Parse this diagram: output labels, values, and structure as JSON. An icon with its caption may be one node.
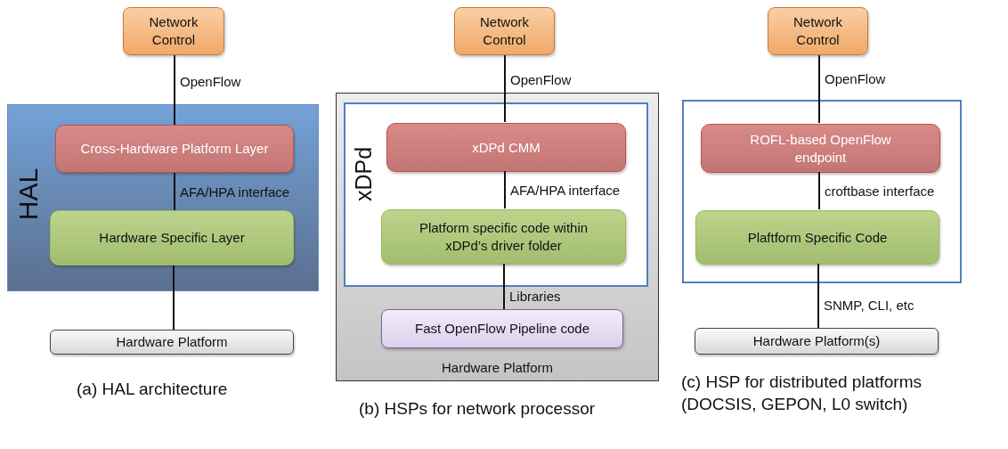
{
  "diagram": {
    "nodes": [
      {
        "text": [
          "Network Control"
        ]
      },
      {
        "text": [
          "HAL"
        ]
      },
      {
        "text": [
          "Cross-Hardware Platform Layer"
        ],
        "in": 1
      },
      {
        "text": [
          "Hardware Specific Layer"
        ],
        "in": 1
      },
      {
        "text": [
          "Hardware Platform"
        ]
      },
      {
        "text": [
          "Network Control"
        ]
      },
      {
        "text": [
          "Hardware Platform"
        ]
      },
      {
        "text": [
          "xDPd"
        ],
        "in": 6
      },
      {
        "text": [
          "xDPd CMM"
        ],
        "in": 7
      },
      {
        "text": [
          "Platform specific code within xDPd’s driver folder"
        ],
        "in": 7
      },
      {
        "text": [
          "Fast OpenFlow Pipeline code"
        ],
        "in": 6
      },
      {
        "text": [
          "Network Control"
        ]
      },
      {
        "text": [],
        "shape": "box"
      },
      {
        "text": [
          "ROFL-based OpenFlow endpoint"
        ],
        "in": 12
      },
      {
        "text": [
          "Plaftform Specific Code"
        ],
        "in": 12
      },
      {
        "text": [
          "Hardware Platform(s)"
        ]
      }
    ],
    "edges": [
      {
        "from": 0,
        "to": 2,
        "arrow": "none",
        "label": "OpenFlow"
      },
      {
        "from": 2,
        "to": 3,
        "arrow": "none",
        "label": "AFA/HPA interface"
      },
      {
        "from": 3,
        "to": 4,
        "arrow": "none"
      },
      {
        "from": 5,
        "to": 8,
        "arrow": "none",
        "label": "OpenFlow"
      },
      {
        "from": 8,
        "to": 9,
        "arrow": "none",
        "label": "AFA/HPA interface"
      },
      {
        "from": 9,
        "to": 10,
        "arrow": "none",
        "label": "Libraries"
      },
      {
        "from": 11,
        "to": 13,
        "arrow": "none",
        "label": "OpenFlow"
      },
      {
        "from": 13,
        "to": 14,
        "arrow": "none",
        "label": "croftbase interface"
      },
      {
        "from": 14,
        "to": 15,
        "arrow": "none",
        "label": "SNMP, CLI, etc"
      }
    ],
    "labels": [
      "(a) HAL architecture",
      "(b) HSPs for network processor",
      "(c) HSP for distributed platforms (DOCSIS, GEPON, L0 switch)"
    ]
  }
}
